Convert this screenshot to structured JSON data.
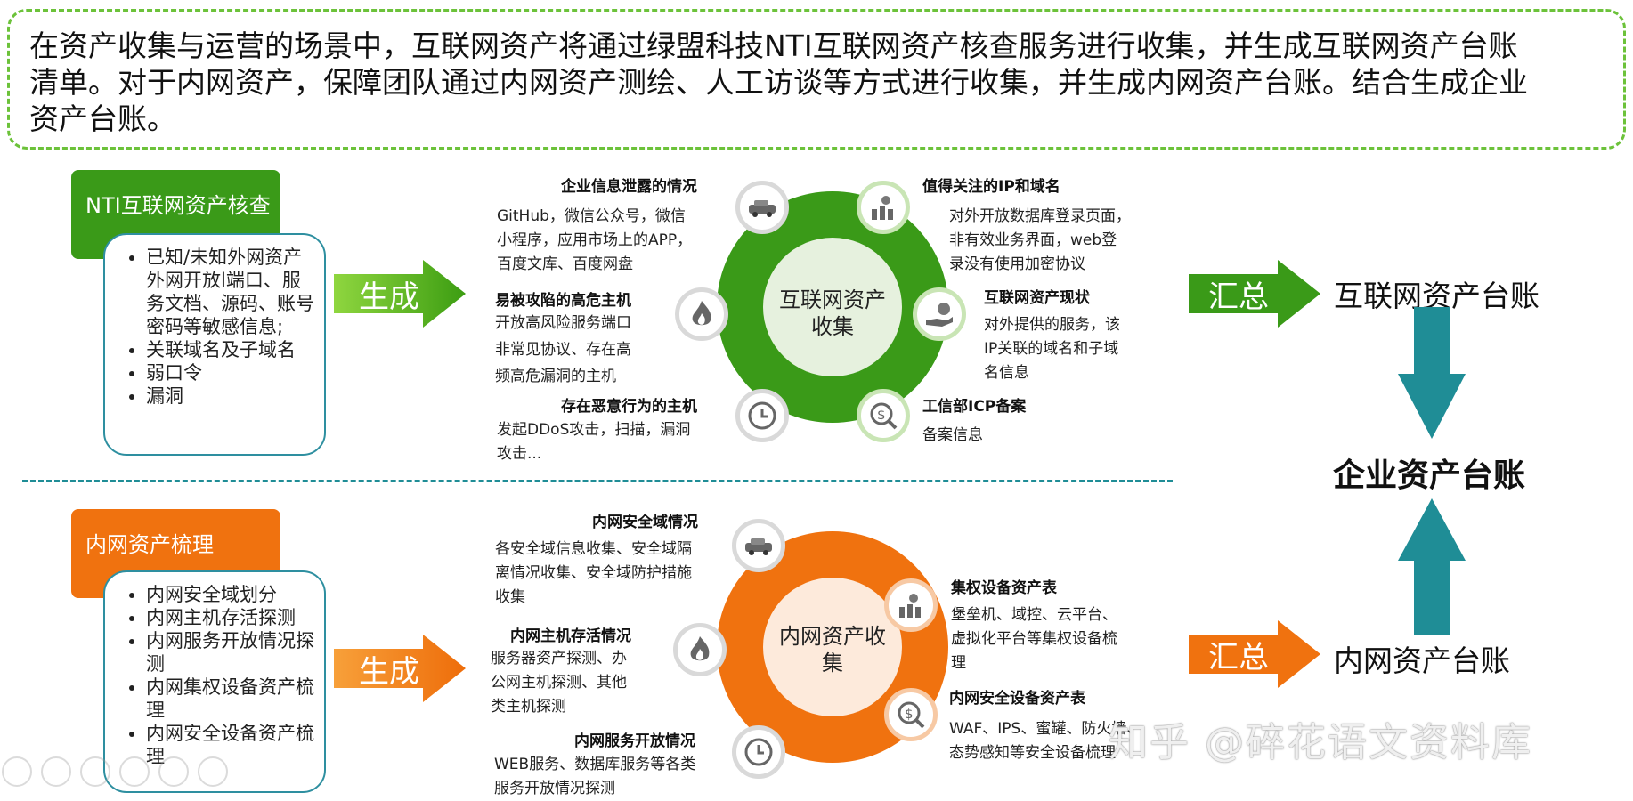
{
  "banner": {
    "line1": "在资产收集与运营的场景中，互联网资产将通过绿盟科技NTI互联网资产核查服务进行收集，并生成互联网资产台账",
    "line2": "清单。对于内网资产，保障团队通过内网资产测绘、人工访谈等方式进行收集，并生成内网资产台账。结合生成企业",
    "line3": "资产台账。"
  },
  "top": {
    "tag": "NTI互联网资产核查",
    "items": [
      "已知/未知外网资产外网开放l端口、服务文档、源码、账号密码等敏感信息;",
      "关联域名及子域名",
      "弱口令",
      "漏洞"
    ],
    "arrow": "生成",
    "center": [
      "互联网资产",
      "收集"
    ],
    "left_blocks": [
      {
        "title": "企业信息泄露的情况",
        "lines": [
          "GitHub，微信公众号，微信",
          "小程序，应用市场上的APP，",
          "百度文库、百度网盘"
        ]
      },
      {
        "title": "易被攻陷的高危主机",
        "lines": [
          "开放高风险服务端口",
          "非常见协议、存在高",
          "频高危漏洞的主机"
        ]
      },
      {
        "title": "存在恶意行为的主机",
        "lines": [
          "发起DDoS攻击，扫描，漏洞",
          "攻击..."
        ]
      }
    ],
    "right_blocks": [
      {
        "title": "值得关注的IP和域名",
        "lines": [
          "对外开放数据库登录页面，",
          "非有效业务界面，web登",
          "录没有使用加密协议"
        ]
      },
      {
        "title": "互联网资产现状",
        "lines": [
          "对外提供的服务，该",
          "IP关联的域名和子域",
          "名信息"
        ]
      },
      {
        "title": "工信部ICP备案",
        "lines": [
          "备案信息"
        ]
      }
    ],
    "summary_arrow": "汇总",
    "ledger": "互联网资产台账"
  },
  "enterprise_ledger": "企业资产台账",
  "bottom": {
    "tag": "内网资产梳理",
    "items": [
      "内网安全域划分",
      "内网主机存活探测",
      "内网服务开放情况探测",
      "内网集权设备资产梳理",
      "内网安全设备资产梳理"
    ],
    "arrow": "生成",
    "center": [
      "内网资产收",
      "集"
    ],
    "left_blocks": [
      {
        "title": "内网安全域情况",
        "lines": [
          "各安全域信息收集、安全域隔",
          "离情况收集、安全域防护措施",
          "收集"
        ]
      },
      {
        "title": "内网主机存活情况",
        "lines": [
          "服务器资产探测、办",
          "公网主机探测、其他",
          "类主机探测"
        ]
      },
      {
        "title": "内网服务开放情况",
        "lines": [
          "WEB服务、数据库服务等各类",
          "服务开放情况探测"
        ]
      }
    ],
    "right_blocks": [
      {
        "title": "集权设备资产表",
        "lines": [
          "堡垒机、域控、云平台、",
          "虚拟化平台等集权设备梳",
          "理"
        ]
      },
      {
        "title": "内网安全设备资产表",
        "lines": [
          "WAF、IPS、蜜罐、防火墙、",
          "态势感知等安全设备梳理"
        ]
      }
    ],
    "summary_arrow": "汇总",
    "ledger": "内网资产台账"
  },
  "watermark": "知乎 @碎花语文资料库",
  "colors": {
    "green": "#3a9a18",
    "orange": "#f0720f",
    "teal": "#1f8d96",
    "dashed_border": "#6cc23a"
  },
  "icons": [
    "car-icon",
    "people-dollar-icon",
    "fire-icon",
    "hand-coin-icon",
    "clock-24h-icon",
    "dollar-search-icon"
  ]
}
